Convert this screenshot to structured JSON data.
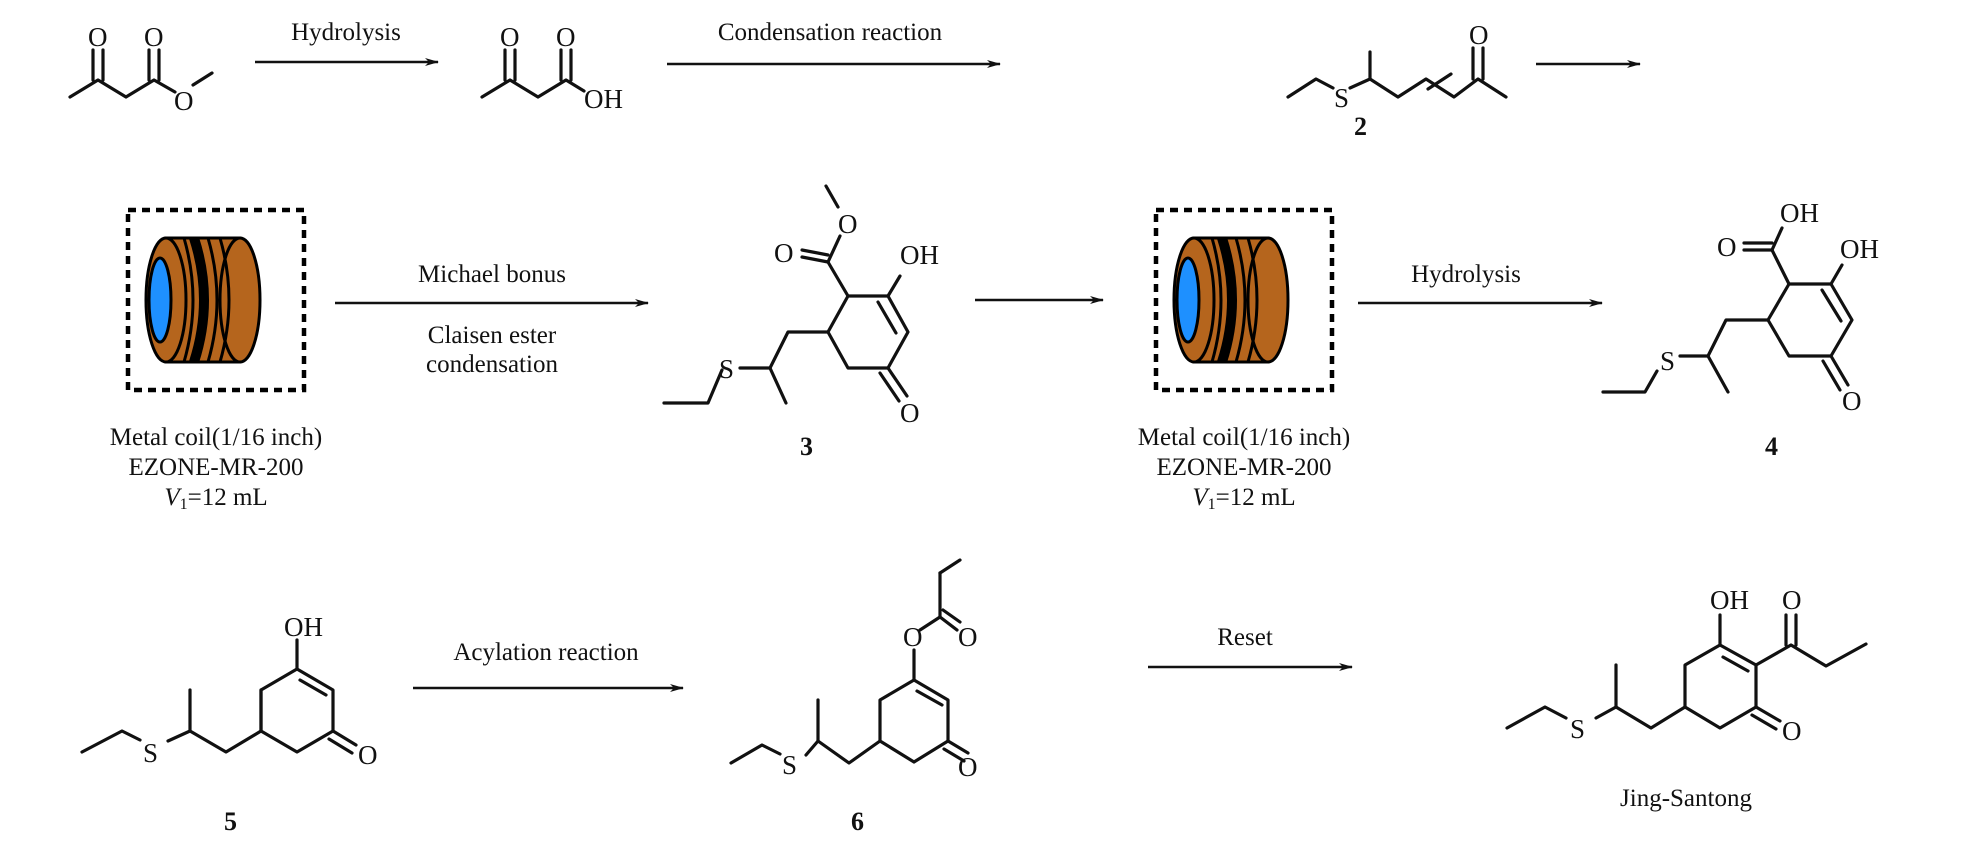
{
  "title": "Continuous-flow synthesis scheme of Jing-Santong",
  "arrows": {
    "a1": {
      "label": "Hydrolysis"
    },
    "a2": {
      "label": "Condensation reaction"
    },
    "a3": {
      "label": ""
    },
    "a4": {
      "label_top": "Michael bonus",
      "label_bottom_1": "Claisen ester",
      "label_bottom_2": "condensation"
    },
    "a5": {
      "label": ""
    },
    "a6": {
      "label": "Hydrolysis"
    },
    "a7": {
      "label": "Acylation reaction"
    },
    "a8": {
      "label": "Reset"
    }
  },
  "reactors": [
    {
      "line1": "Metal coil(1/16 inch)",
      "line2": "EZONE-MR-200",
      "vol_symbol": "V",
      "vol_sub": "1",
      "vol_value": "=12 mL"
    },
    {
      "line1": "Metal coil(1/16 inch)",
      "line2": "EZONE-MR-200",
      "vol_symbol": "V",
      "vol_sub": "1",
      "vol_value": "=12 mL"
    }
  ],
  "reactor_colors": {
    "coil": "#b5651d",
    "core": "#1e90ff",
    "outline": "#000000"
  },
  "compounds": {
    "methyl_acetoacetate": {
      "number": "",
      "atoms": {
        "o1": "O",
        "o2": "O",
        "o3": "O"
      }
    },
    "acetoacetic_acid": {
      "number": "",
      "atoms": {
        "o1": "O",
        "o2": "O",
        "oh": "OH"
      }
    },
    "c2": {
      "number": "2",
      "atoms": {
        "s": "S",
        "o": "O"
      }
    },
    "c3": {
      "number": "3",
      "atoms": {
        "ome": "O",
        "oc": "O",
        "oh": "OH",
        "s": "S",
        "ok": "O"
      }
    },
    "c4": {
      "number": "4",
      "atoms": {
        "oh1": "OH",
        "oc": "O",
        "oh2": "OH",
        "s": "S",
        "ok": "O"
      }
    },
    "c5": {
      "number": "5",
      "atoms": {
        "oh": "OH",
        "s": "S",
        "ok": "O"
      }
    },
    "c6": {
      "number": "6",
      "atoms": {
        "oe": "O",
        "oc": "O",
        "s": "S",
        "ok": "O"
      }
    },
    "product": {
      "name": "Jing-Santong",
      "atoms": {
        "oh": "OH",
        "oa": "O",
        "s": "S",
        "ok": "O"
      }
    }
  }
}
